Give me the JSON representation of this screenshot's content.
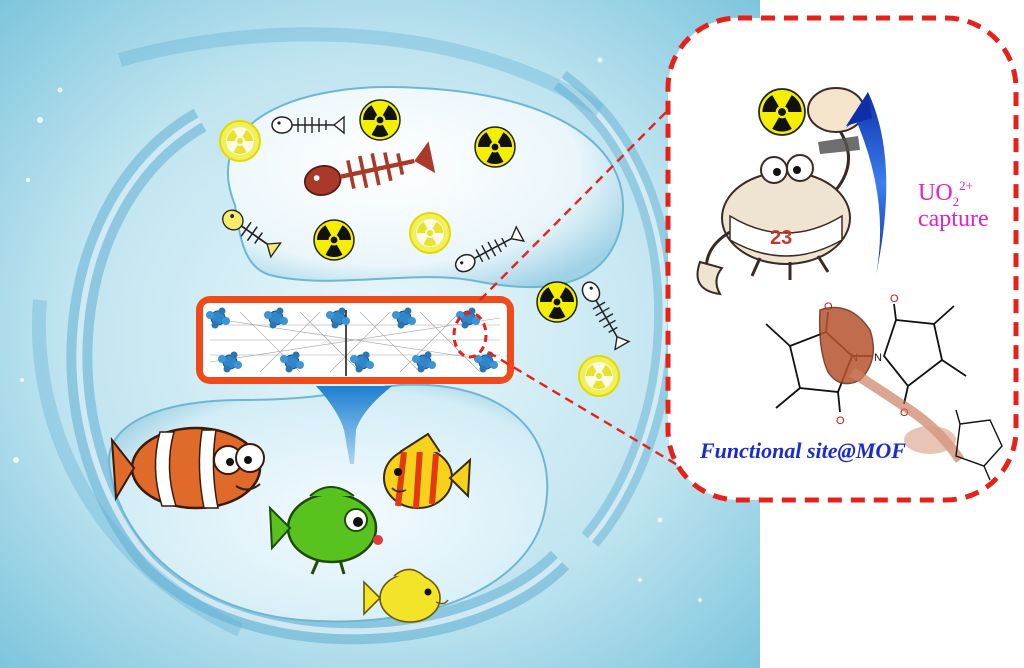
{
  "labels": {
    "uo2_prefix": "UO",
    "uo2_subscript": "2",
    "uo2_superscript": "2+",
    "capture": "capture",
    "functional_site": "Functional site@MOF"
  },
  "atoms": {
    "oxygen": "O",
    "nitrogen": "N"
  },
  "colors": {
    "background_water": "#b9e3ef",
    "dashed_callout": "#e8201a",
    "mof_frame": "#f04a1a",
    "mof_node": "#2f86c8",
    "radiation_yellow": "#f4ee00",
    "uo2_label": "#e020d0",
    "functional_label": "#1a2bd0",
    "arrow_blue": "#1a3fc0"
  },
  "icons": [
    "radiation-icon",
    "fish-bone-icon",
    "clownfish-icon",
    "striped-fish-icon",
    "green-fish-icon",
    "yellow-fish-icon",
    "crab-icon",
    "lobster-claw-icon",
    "downward-funnel-arrow-icon",
    "curved-capture-arrow-icon"
  ]
}
